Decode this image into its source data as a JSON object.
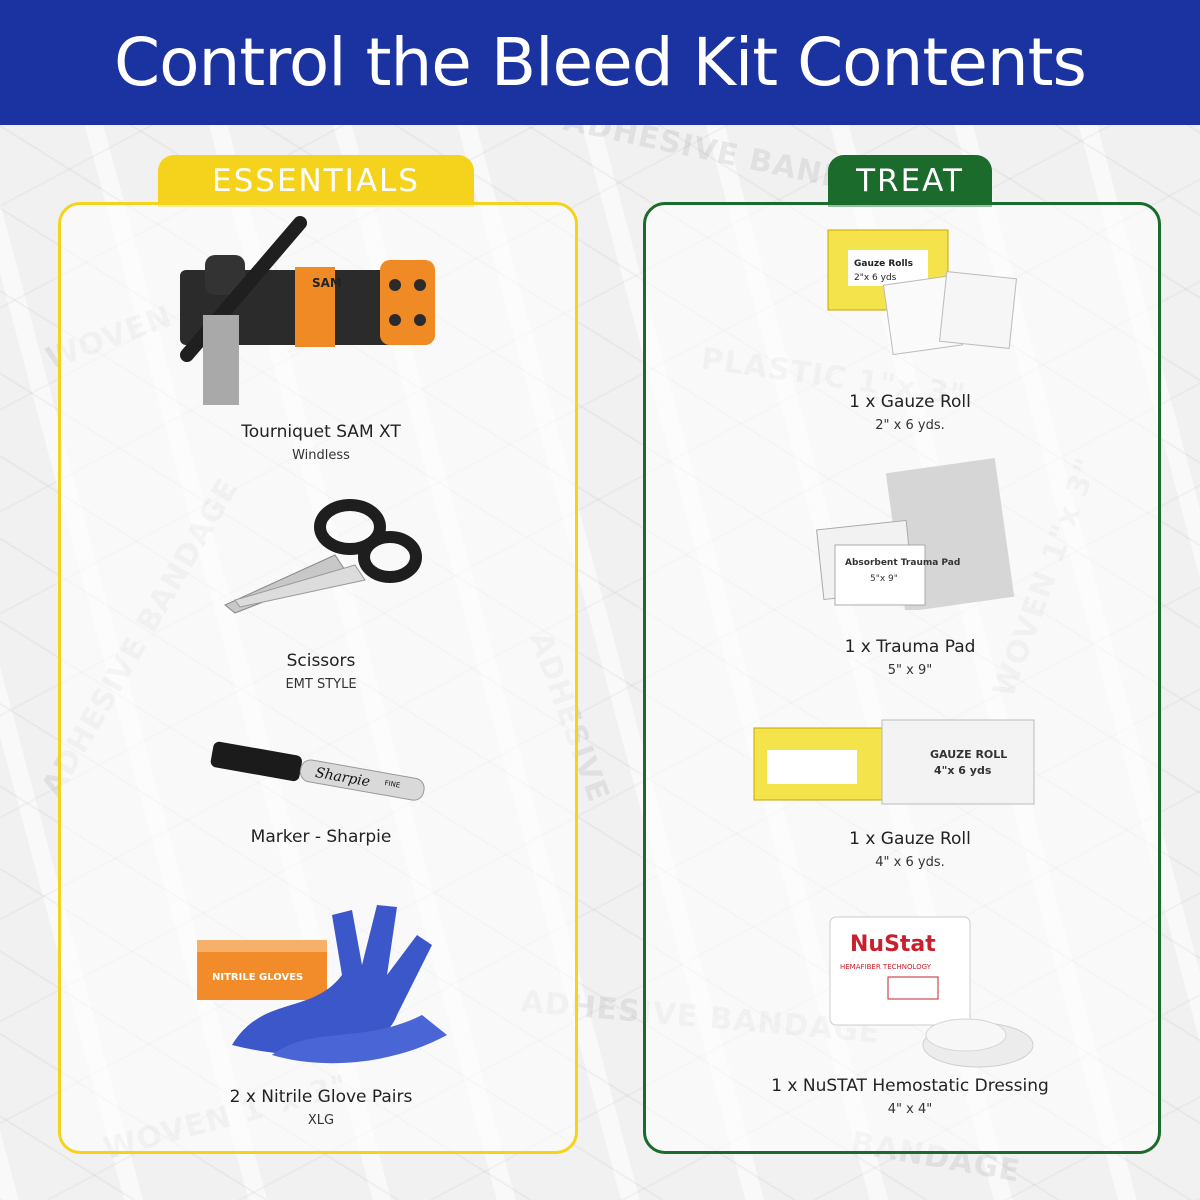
{
  "header": {
    "title": "Control the Bleed Kit Contents"
  },
  "colors": {
    "header_bg": "#1b33a0",
    "essentials": "#f5d21c",
    "treat": "#1a6b2c"
  },
  "essentials": {
    "label": "ESSENTIALS",
    "items": [
      {
        "name": "Tourniquet SAM XT",
        "sub": "Windless",
        "art_text": "SAM"
      },
      {
        "name": "Scissors",
        "sub": "EMT STYLE"
      },
      {
        "name": "Marker - Sharpie",
        "sub": "",
        "art_text": "Sharpie",
        "art_subtext": "FINE"
      },
      {
        "name": "2 x Nitrile Glove Pairs",
        "sub": "XLG",
        "art_text": "NITRILE GLOVES"
      }
    ]
  },
  "treat": {
    "label": "TREAT",
    "items": [
      {
        "name": "1 x Gauze Roll",
        "sub": "2\" x 6 yds.",
        "art_text": "Gauze Rolls",
        "art_subtext": "2\"x 6 yds"
      },
      {
        "name": "1 x Trauma Pad",
        "sub": "5\" x 9\"",
        "art_text": "Absorbent Trauma Pad",
        "art_subtext": "5\"x 9\""
      },
      {
        "name": "1 x Gauze Roll",
        "sub": "4\" x 6 yds.",
        "art_text": "GAUZE ROLL",
        "art_subtext": "4\"x 6 yds"
      },
      {
        "name": "1 x NuSTAT Hemostatic Dressing",
        "sub": "4\" x 4\"",
        "art_text": "NuStat",
        "art_subtext": "HEMAFIBER TECHNOLOGY"
      }
    ]
  }
}
